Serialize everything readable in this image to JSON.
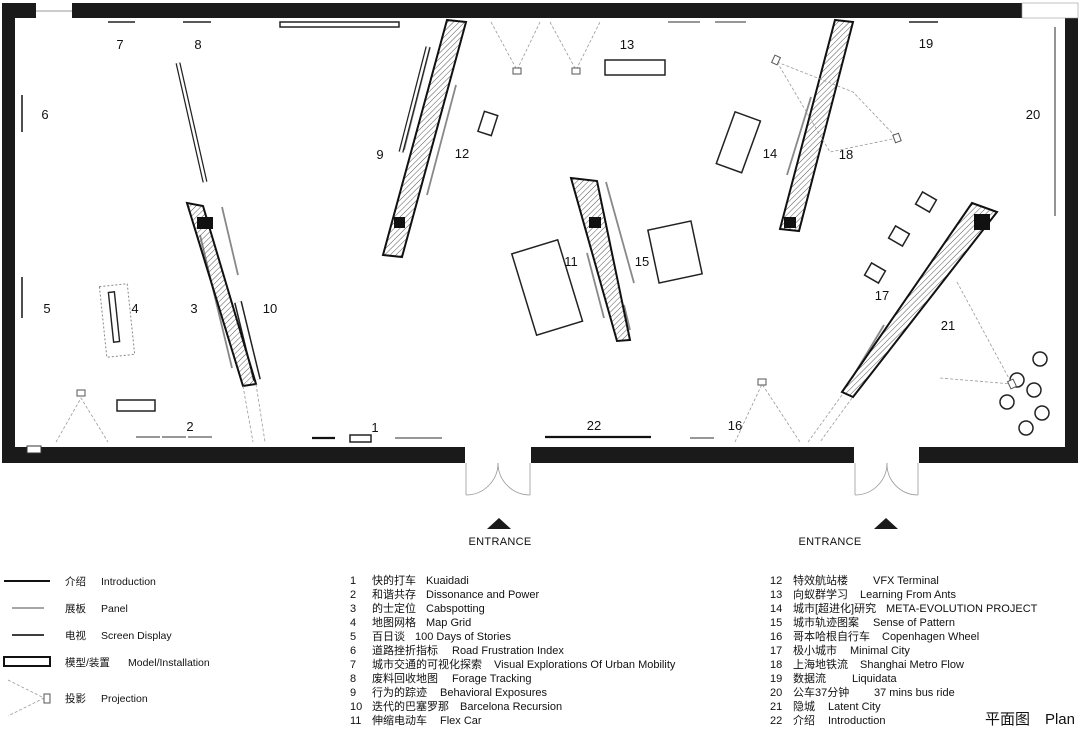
{
  "plan": {
    "title": "平面图　Plan",
    "entrance_label": "ENTRANCE",
    "room_numbers": [
      "1",
      "2",
      "3",
      "4",
      "5",
      "6",
      "7",
      "8",
      "9",
      "10",
      "11",
      "12",
      "13",
      "14",
      "15",
      "16",
      "17",
      "18",
      "19",
      "20",
      "21",
      "22"
    ]
  },
  "legend": [
    {
      "symbol": "introduction-line",
      "zh": "介绍",
      "en": "Introduction"
    },
    {
      "symbol": "panel-line",
      "zh": "展板",
      "en": "Panel"
    },
    {
      "symbol": "screen-line",
      "zh": "电视",
      "en": "Screen Display"
    },
    {
      "symbol": "model-box",
      "zh": "模型/装置",
      "en": "Model/Installation"
    },
    {
      "symbol": "projection-cone",
      "zh": "投影",
      "en": "Projection"
    }
  ],
  "exhibits": [
    {
      "num": "1",
      "zh": "快的打车",
      "en": "Kuaidadi"
    },
    {
      "num": "2",
      "zh": "和谐共存",
      "en": "Dissonance and Power"
    },
    {
      "num": "3",
      "zh": "的士定位",
      "en": "Cabspotting"
    },
    {
      "num": "4",
      "zh": "地图网格",
      "en": "Map Grid"
    },
    {
      "num": "5",
      "zh": "百日谈",
      "en": "100 Days of Stories"
    },
    {
      "num": "6",
      "zh": "道路挫折指标",
      "en": "Road Frustration Index"
    },
    {
      "num": "7",
      "zh": "城市交通的可视化探索",
      "en": "Visual Explorations Of Urban Mobility"
    },
    {
      "num": "8",
      "zh": "废料回收地图",
      "en": "Forage Tracking"
    },
    {
      "num": "9",
      "zh": "行为的踪迹",
      "en": "Behavioral  Exposures"
    },
    {
      "num": "10",
      "zh": "迭代的巴塞罗那",
      "en": "Barcelona Recursion"
    },
    {
      "num": "11",
      "zh": "伸缩电动车",
      "en": "Flex Car"
    },
    {
      "num": "12",
      "zh": "特效航站楼",
      "en": "VFX Terminal"
    },
    {
      "num": "13",
      "zh": "向蚁群学习",
      "en": "Learning From Ants"
    },
    {
      "num": "14",
      "zh": "城市[超进化]研究",
      "en": "META-EVOLUTION PROJECT"
    },
    {
      "num": "15",
      "zh": "城市轨迹图案",
      "en": "Sense of Pattern"
    },
    {
      "num": "16",
      "zh": "哥本哈根自行车",
      "en": "Copenhagen Wheel"
    },
    {
      "num": "17",
      "zh": "极小城市",
      "en": "Minimal City"
    },
    {
      "num": "18",
      "zh": "上海地铁流",
      "en": "Shanghai Metro Flow"
    },
    {
      "num": "19",
      "zh": "数据流",
      "en": "Liquidata"
    },
    {
      "num": "20",
      "zh": "公车37分钟",
      "en": "37 mins bus ride"
    },
    {
      "num": "21",
      "zh": "隐城",
      "en": "Latent City"
    },
    {
      "num": "22",
      "zh": "介绍",
      "en": "Introduction"
    }
  ]
}
